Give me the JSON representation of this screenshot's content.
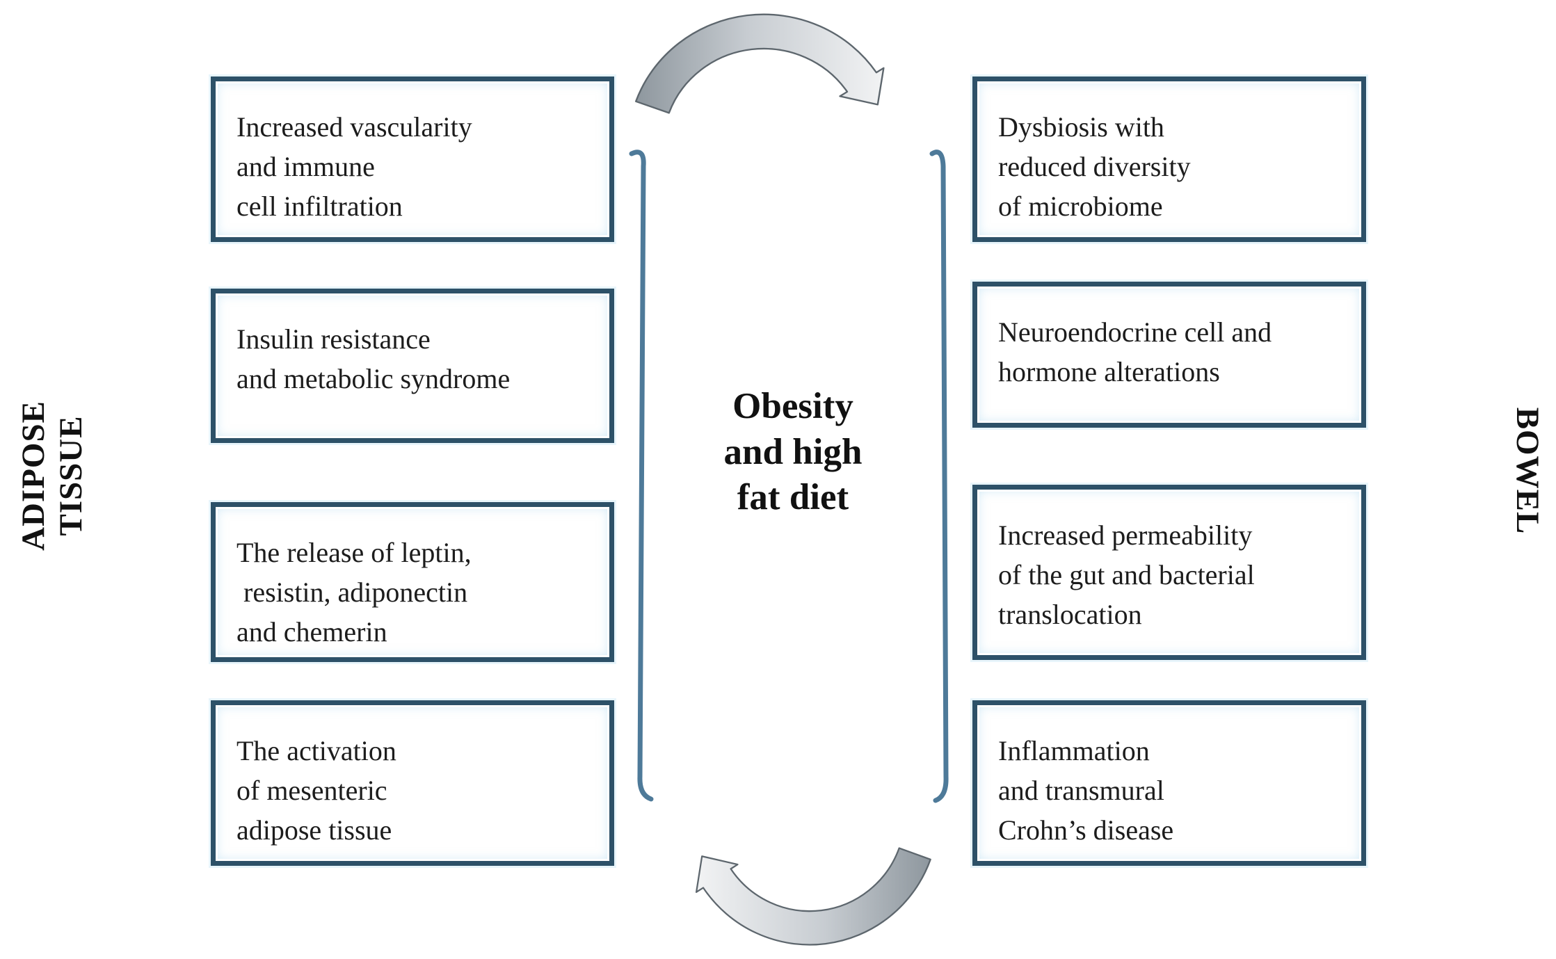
{
  "figure": {
    "center_label": {
      "line1": "Obesity",
      "line2": "and high",
      "line3": "fat diet"
    },
    "side_labels": {
      "left": {
        "line1": "ADIPOSE",
        "line2": "TISSUE"
      },
      "right": {
        "text": "BOWEL"
      }
    },
    "boxes": {
      "left": [
        {
          "lines": [
            "Increased vascularity",
            "and immune",
            "cell infiltration"
          ]
        },
        {
          "lines": [
            "Insulin resistance",
            "and metabolic syndrome"
          ]
        },
        {
          "lines": [
            "The release of leptin,",
            " resistin, adiponectin",
            "and chemerin"
          ]
        },
        {
          "lines": [
            "The activation",
            "of mesenteric",
            "adipose tissue"
          ]
        }
      ],
      "right": [
        {
          "lines": [
            "Dysbiosis with",
            "reduced diversity",
            "of microbiome"
          ]
        },
        {
          "lines": [
            "Neuroendocrine cell and",
            "hormone alterations"
          ]
        },
        {
          "lines": [
            "Increased permeability",
            "of the gut and bacterial",
            "translocation"
          ]
        },
        {
          "lines": [
            "Inflammation",
            "and transmural",
            "Crohn’s disease"
          ]
        }
      ]
    },
    "icons": {
      "top_arrow": "curved-arrow-clockwise",
      "bottom_arrow": "curved-arrow-counterclockwise"
    },
    "colors": {
      "box_border": "#2d5168",
      "box_inner_glow": "#bcdcef",
      "bracket": "#4e7a99",
      "arrow_outline": "#5d666d",
      "arrow_fill_dark": "#8e979e",
      "arrow_fill_light": "#f2f3f4",
      "text": "#1c1c1c",
      "background": "#ffffff"
    }
  }
}
